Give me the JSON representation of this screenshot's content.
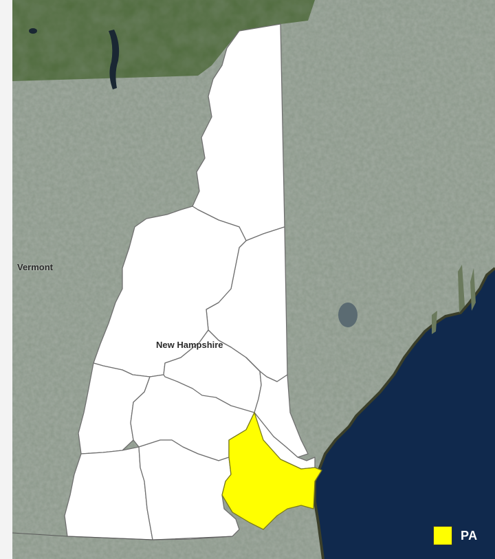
{
  "map": {
    "labels": {
      "state_west": "Vermont",
      "state_main": "New Hampshire"
    },
    "colors": {
      "background": "#f3f3f3",
      "land": "#8a9789",
      "land_north": "#4f6b3c",
      "ocean": "#10294d",
      "county_fill": "#ffffff",
      "county_border": "#6f6f6f",
      "highlight": "#ffff00"
    }
  },
  "legend": {
    "items": [
      {
        "label": "PA",
        "color": "#ffff00"
      }
    ]
  }
}
